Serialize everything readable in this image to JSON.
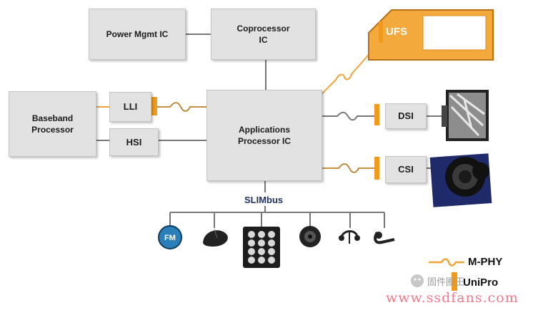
{
  "blocks": {
    "power_mgmt": "Power Mgmt IC",
    "coprocessor": "Coprocessor\nIC",
    "baseband": "Baseband\nProcessor",
    "lli": "LLI",
    "hsi": "HSI",
    "app_processor": "Applications\nProcessor IC",
    "ufs": "UFS",
    "dsi": "DSI",
    "csi": "CSI"
  },
  "bus_label": "SLIMbus",
  "fm_icon_text": "FM",
  "peripherals": [
    "fm-radio",
    "mouse",
    "keypad",
    "speaker",
    "earphone",
    "headset"
  ],
  "legend": {
    "mphy": "M-PHY",
    "unipro": "UniPro"
  },
  "watermark": "www.ssdfans.com",
  "wechat_text": "固件圈王",
  "colors": {
    "mphy": "#f0a43a",
    "unipro": "#f29a1e",
    "box": "#e2e2e2",
    "line": "#777777"
  }
}
